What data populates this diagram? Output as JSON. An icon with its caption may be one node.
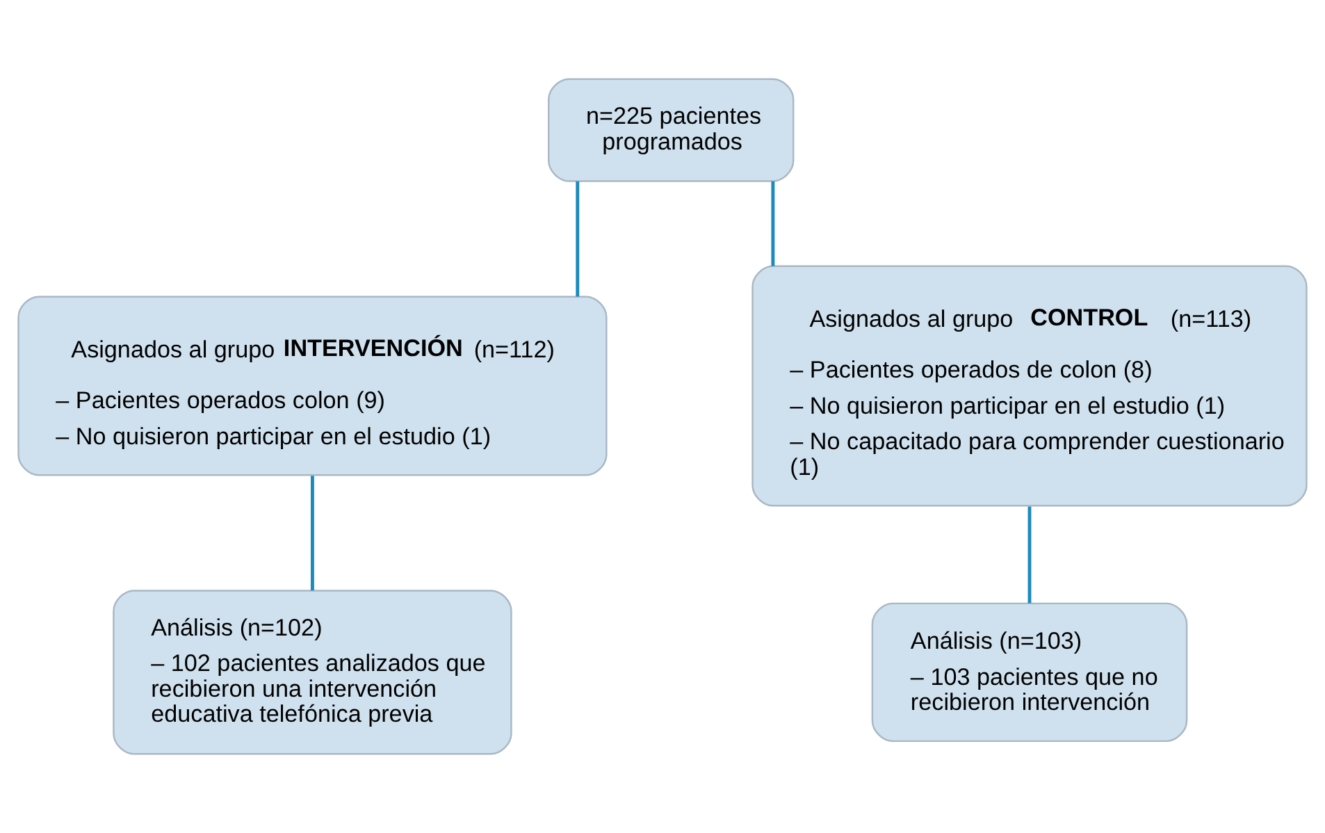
{
  "diagram": {
    "nodes": [
      {
        "text": [
          "n=225 pacientes programados"
        ]
      },
      {
        "text": [
          "Asignados al grupo **INTERVENCIÓN** (n=112)",
          "– Pacientes operados colon (9)",
          "– No quisieron participar en el estudio (1)"
        ]
      },
      {
        "text": [
          "Asignados al grupo **CONTROL** (n=113)",
          "– Pacientes operados de colon (8)",
          "– No quisieron participar en el estudio (1)",
          "– No capacitado para comprender cuestionario (1)"
        ]
      },
      {
        "text": [
          "Análisis (n=102)",
          "– 102 pacientes analizados que recibieron una intervención educativa telefónica previa"
        ]
      },
      {
        "text": [
          "Análisis (n=103)",
          "– 103 pacientes que no recibieron intervención"
        ]
      }
    ],
    "edges": [
      {
        "from": 0,
        "to": 1,
        "arrow": "none"
      },
      {
        "from": 0,
        "to": 2,
        "arrow": "none"
      },
      {
        "from": 1,
        "to": 3,
        "arrow": "none"
      },
      {
        "from": 2,
        "to": 4,
        "arrow": "none"
      }
    ]
  }
}
